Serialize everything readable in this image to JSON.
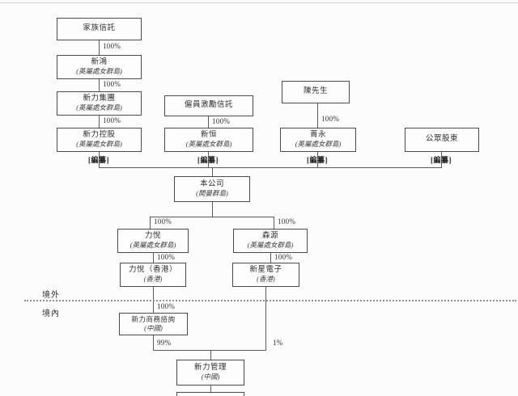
{
  "colors": {
    "background": "#fcfcfc",
    "box_border": "#4b4b4b",
    "line": "#5a5a5a",
    "text": "#2f2f2f"
  },
  "labels": {
    "offshore": "境外",
    "onshore": "境內",
    "redacted": "[編纂]"
  },
  "boxes": {
    "family_trust": {
      "name": "家族信託",
      "sub": ""
    },
    "xinhong": {
      "name": "新鴻",
      "sub": "(英屬處女群島)"
    },
    "sinic_group": {
      "name": "新力集團",
      "sub": "(英屬處女群島)"
    },
    "sinic_holdings": {
      "name": "新力控股",
      "sub": "(英屬處女群島)"
    },
    "employee_trust": {
      "name": "僱員激勵信託",
      "sub": ""
    },
    "xinheng": {
      "name": "新恒",
      "sub": "(英屬處女群島)"
    },
    "mr_chen": {
      "name": "陳先生",
      "sub": ""
    },
    "jingyong": {
      "name": "菁永",
      "sub": "(英屬處女群島)"
    },
    "public_shareholders": {
      "name": "公眾股東",
      "sub": ""
    },
    "the_company": {
      "name": "本公司",
      "sub": "(開曼群島)"
    },
    "liyue_bvi": {
      "name": "力悅",
      "sub": "(英屬處女群島)"
    },
    "senyuan_bvi": {
      "name": "森源",
      "sub": "(英屬處女群島)"
    },
    "liyue_hk": {
      "name": "力悅（香港）",
      "sub": "(香港)"
    },
    "xinxing_electronics": {
      "name": "新星電子",
      "sub": "(香港)"
    },
    "sinic_business_consulting": {
      "name": "新力商務諮詢",
      "sub": "(中國)"
    },
    "sinic_management": {
      "name": "新力管理",
      "sub": "(中國)"
    }
  },
  "edges": {
    "family_trust_to_xinhong": "100%",
    "xinhong_to_group": "100%",
    "group_to_holdings": "100%",
    "employee_trust_to_xinheng": "100%",
    "chen_to_jingyong": "100%",
    "company_to_liyue": "100%",
    "company_to_senyuan": "100%",
    "liyue_to_liyuehk": "100%",
    "senyuan_to_xinxing": "100%",
    "liyuehk_to_consulting": "100%",
    "consulting_to_management": "99%",
    "xinxing_to_management": "1%"
  }
}
